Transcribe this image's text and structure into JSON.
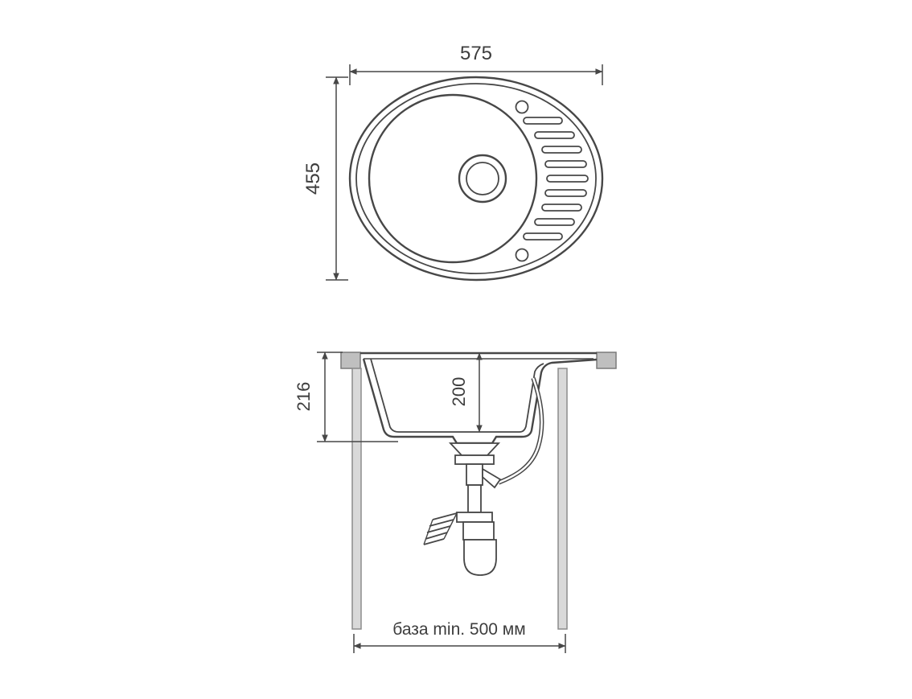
{
  "colors": {
    "line": "#474747",
    "text": "#3d3d3d",
    "leg_fill": "#d9d9d9",
    "counter_fill": "#bfbfbf"
  },
  "top_view": {
    "width_label": "575",
    "height_label": "455"
  },
  "section_view": {
    "depth_total_label": "216",
    "depth_bowl_label": "200",
    "base_min_label": "база min. 500 мм"
  }
}
